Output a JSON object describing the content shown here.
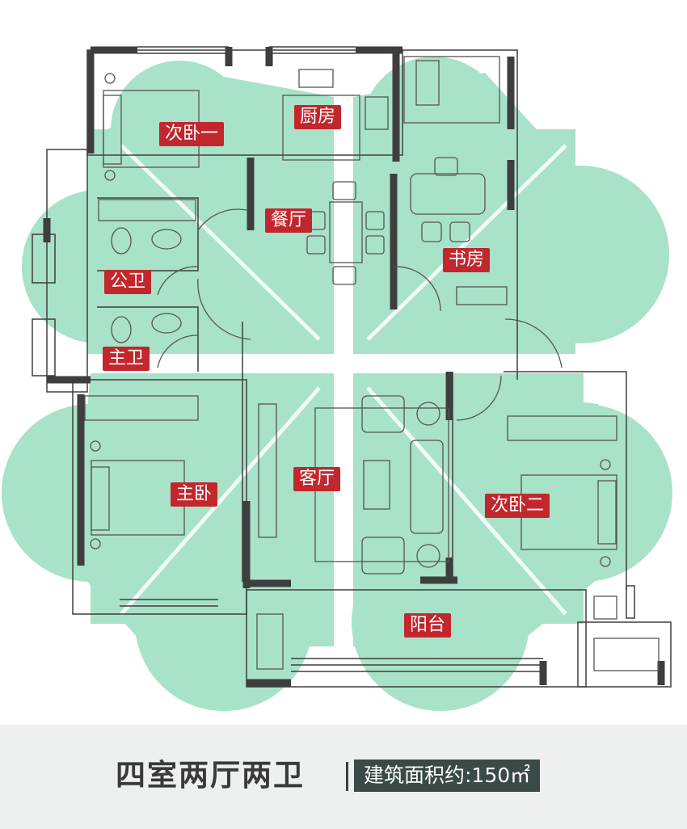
{
  "rooms": {
    "bedroom2": "次卧一",
    "kitchen": "厨房",
    "dining": "餐厅",
    "study": "书房",
    "public_bath": "公卫",
    "master_bath": "主卫",
    "master_bedroom": "主卧",
    "living": "客厅",
    "bedroom3": "次卧二",
    "balcony": "阳台"
  },
  "footer": {
    "title": "四室两厅两卫",
    "area": "建筑面积约:150㎡"
  },
  "colors": {
    "zone_fill": "#a8e2c8",
    "wall": "#3e3e3e",
    "label_bg": "#c1272d",
    "footer_bg": "#eef0ef",
    "badge_bg": "#3a4a46"
  }
}
